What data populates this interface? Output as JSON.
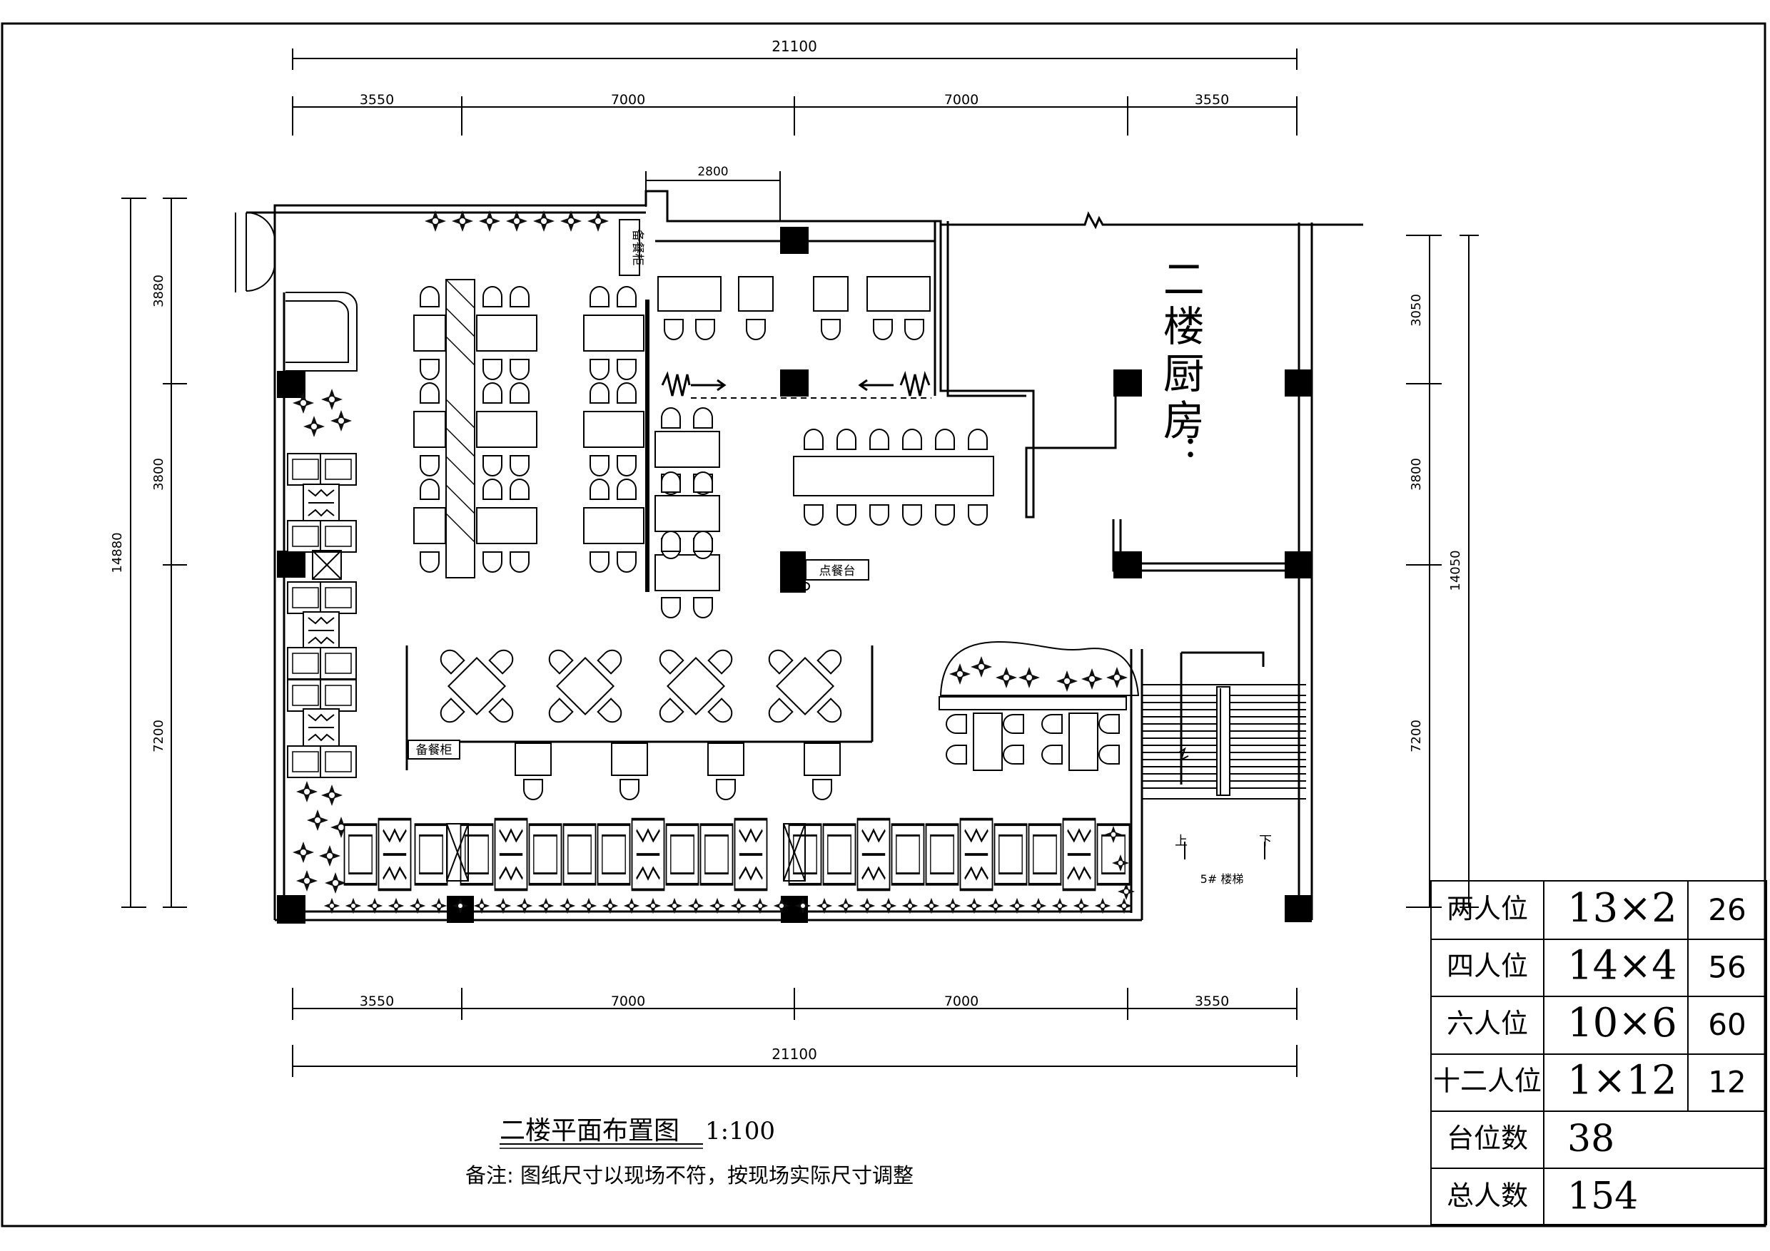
{
  "dimensions": {
    "top_total": "21100",
    "top_segments": [
      "3550",
      "7000",
      "7000",
      "3550"
    ],
    "kitchen_width": "2800",
    "bottom_segments": [
      "3550",
      "7000",
      "7000",
      "3550"
    ],
    "bottom_total": "21100",
    "left_total": "14880",
    "left_segments": [
      "3880",
      "3800",
      "7200"
    ],
    "right_total": "14050",
    "right_segments": [
      "3050",
      "3800",
      "7200"
    ]
  },
  "labels": {
    "kitchen": "二楼厨房:",
    "service_cabinet_top": "备餐柜",
    "service_cabinet_bottom": "备餐柜",
    "order_counter": "点餐台",
    "stair_up": "上",
    "stair_down": "下",
    "stair_name": "5# 楼梯"
  },
  "title": {
    "name": "二楼平面布置图",
    "scale": "1:100",
    "note": "备注: 图纸尺寸以现场不符，按现场实际尺寸调整"
  },
  "seat_table": [
    {
      "type": "两人位",
      "formula": "13×2",
      "total": "26"
    },
    {
      "type": "四人位",
      "formula": "14×4",
      "total": "56"
    },
    {
      "type": "六人位",
      "formula": "10×6",
      "total": "60"
    },
    {
      "type": "十二人位",
      "formula": "1×12",
      "total": "12"
    },
    {
      "type": "台位数",
      "formula": "38",
      "total": ""
    },
    {
      "type": "总人数",
      "formula": "154",
      "total": ""
    }
  ]
}
